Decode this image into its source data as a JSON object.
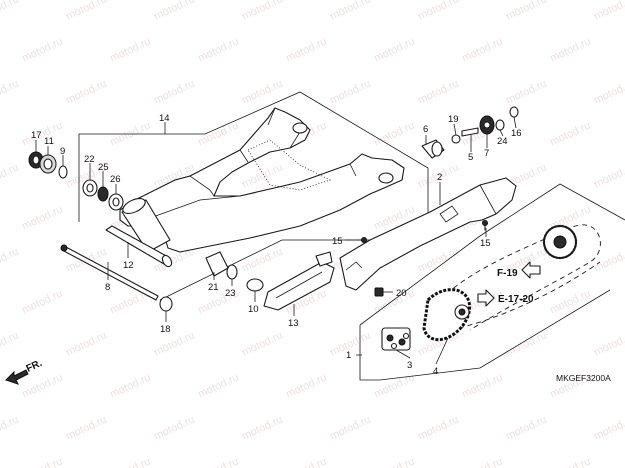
{
  "watermark": "motod.ru",
  "diagram_code": "MKGEF3200A",
  "direction": {
    "label": "FR."
  },
  "references": {
    "frame": "F-19",
    "engine": "E-17-20"
  },
  "callouts": {
    "p1": "1",
    "p2": "2",
    "p3": "3",
    "p4": "4",
    "p5": "5",
    "p6": "6",
    "p7": "7",
    "p8": "8",
    "p9": "9",
    "p10": "10",
    "p11": "11",
    "p12": "12",
    "p13": "13",
    "p14": "14",
    "p15a": "15",
    "p15b": "15",
    "p16": "16",
    "p17": "17",
    "p18": "18",
    "p19": "19",
    "p20": "20",
    "p21": "21",
    "p22": "22",
    "p23": "23",
    "p24": "24",
    "p25": "25",
    "p26": "26"
  }
}
